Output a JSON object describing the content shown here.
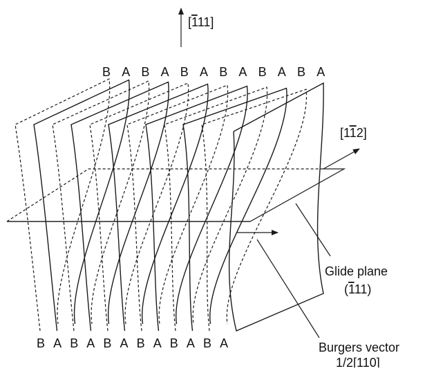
{
  "labels": {
    "normal_direction": "[1̄ 11]",
    "normal_bar": "¯",
    "normal_prefix": "[",
    "normal_one_barred": "1",
    "normal_rest": "11]",
    "shear_direction_prefix": "[1",
    "shear_direction_barred": "1",
    "shear_direction_rest": "2]",
    "glide_plane_title": "Glide plane",
    "glide_plane_index_prefix": "(",
    "glide_plane_index_barred": "1",
    "glide_plane_index_rest": "11)",
    "burgers_title": "Burgers vector",
    "burgers_value": "1/2[110]"
  },
  "stacking": {
    "top": [
      "B",
      "A",
      "B",
      "A",
      "B",
      "A",
      "B",
      "A",
      "B",
      "A",
      "B",
      "A"
    ],
    "bottom": [
      "B",
      "A",
      "B",
      "A",
      "B",
      "A",
      "B",
      "A",
      "B",
      "A",
      "B",
      "A"
    ]
  }
}
